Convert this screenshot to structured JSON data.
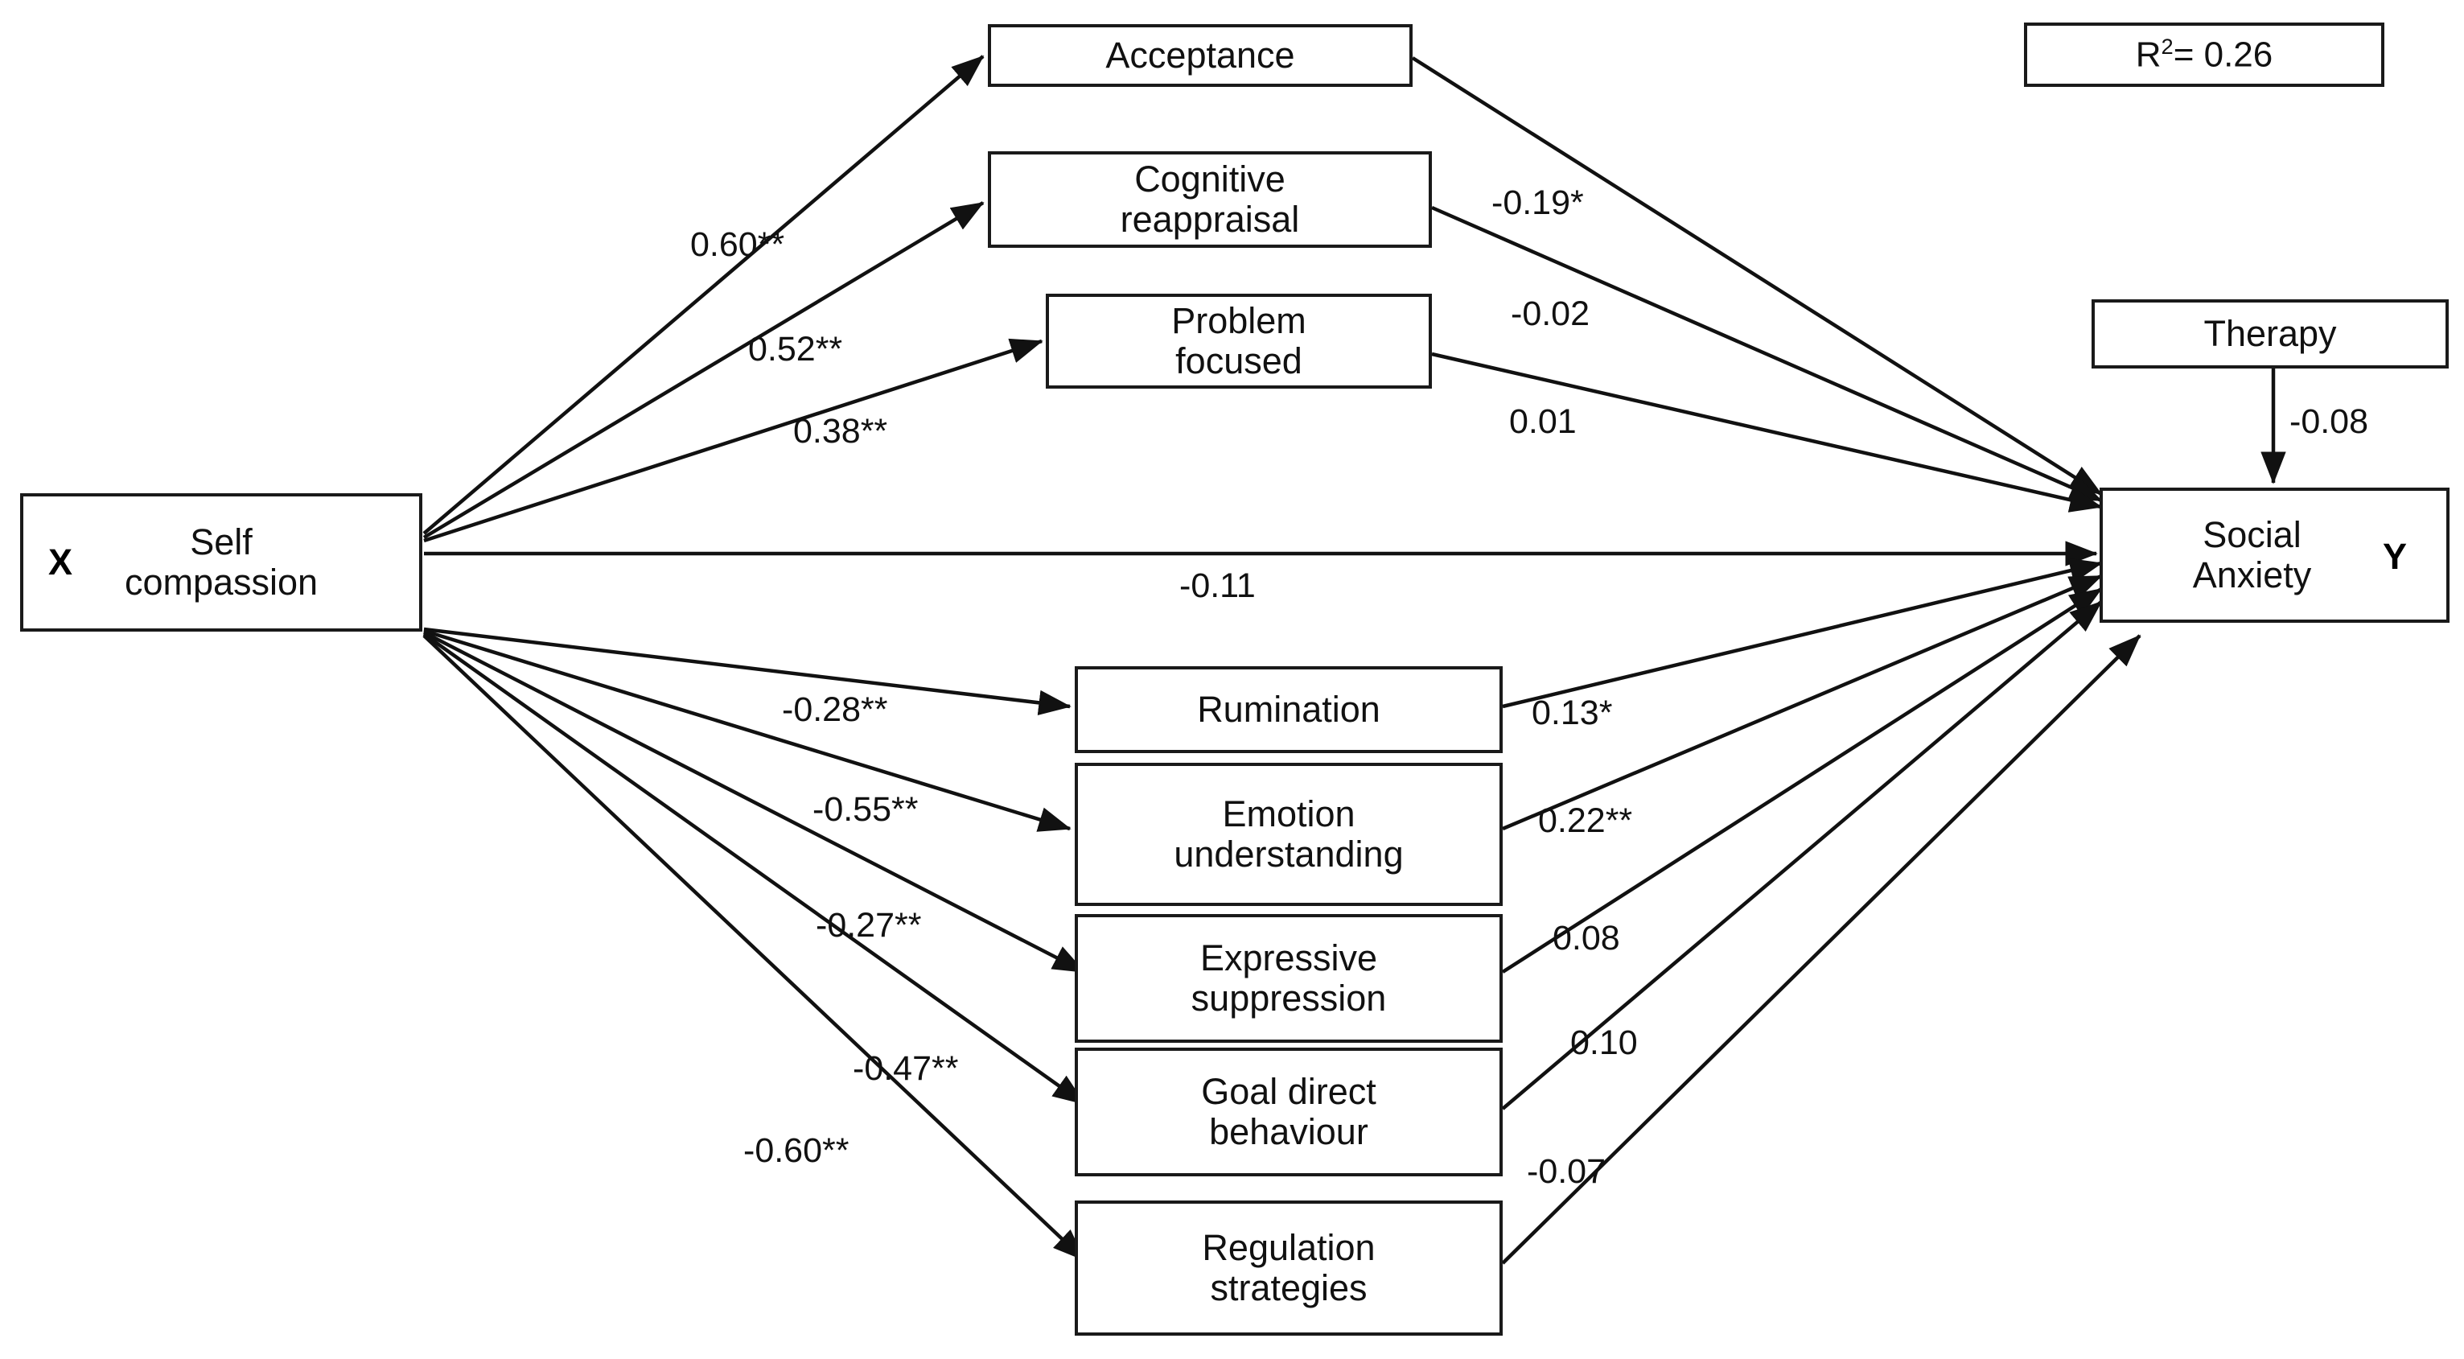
{
  "diagram": {
    "title": "Self compassion path model predicting social anxiety",
    "type": "path-diagram",
    "line_color": "#1a1a1a",
    "box_border_color": "#1a1a1a",
    "background": "#ffffff"
  },
  "nodes": {
    "predictor": {
      "id": "self-compassion",
      "label": "Self\ncompassion",
      "marker": "X"
    },
    "outcome": {
      "id": "social-anxiety",
      "label": "Social\nAnxiety",
      "marker": "Y"
    },
    "covariate": {
      "id": "therapy",
      "label": "Therapy"
    },
    "mediators": [
      {
        "id": "acceptance",
        "label": "Acceptance"
      },
      {
        "id": "cognitive-reappraisal",
        "label": "Cognitive\nreappraisal"
      },
      {
        "id": "problem-focused",
        "label": "Problem\nfocused"
      },
      {
        "id": "rumination",
        "label": "Rumination"
      },
      {
        "id": "emotion-understanding",
        "label": "Emotion\nunderstanding"
      },
      {
        "id": "expressive-suppression",
        "label": "Expressive\nsuppression"
      },
      {
        "id": "goal-direct-behaviour",
        "label": "Goal direct\nbehaviour"
      },
      {
        "id": "regulation-strategies",
        "label": "Regulation\nstrategies"
      }
    ]
  },
  "fit": {
    "r_squared_prefix": "R",
    "r_squared_exponent": "2",
    "r_squared_value": "= 0.26",
    "r_squared_full": "R2= 0.26"
  },
  "chart_data": {
    "type": "diagram",
    "title": "Self compassion path model predicting social anxiety",
    "paths": [
      {
        "from": "self-compassion",
        "to": "acceptance",
        "coefficient": "0.60**",
        "value": 0.6,
        "significance": "**"
      },
      {
        "from": "self-compassion",
        "to": "cognitive-reappraisal",
        "coefficient": "0.52**",
        "value": 0.52,
        "significance": "**"
      },
      {
        "from": "self-compassion",
        "to": "problem-focused",
        "coefficient": "0.38**",
        "value": 0.38,
        "significance": "**"
      },
      {
        "from": "self-compassion",
        "to": "rumination",
        "coefficient": "-0.28**",
        "value": -0.28,
        "significance": "**"
      },
      {
        "from": "self-compassion",
        "to": "emotion-understanding",
        "coefficient": "-0.55**",
        "value": -0.55,
        "significance": "**"
      },
      {
        "from": "self-compassion",
        "to": "expressive-suppression",
        "coefficient": "-0.27**",
        "value": -0.27,
        "significance": "**"
      },
      {
        "from": "self-compassion",
        "to": "goal-direct-behaviour",
        "coefficient": "-0.47**",
        "value": -0.47,
        "significance": "**"
      },
      {
        "from": "self-compassion",
        "to": "regulation-strategies",
        "coefficient": "-0.60**",
        "value": -0.6,
        "significance": "**"
      },
      {
        "from": "self-compassion",
        "to": "social-anxiety",
        "coefficient": "-0.11",
        "value": -0.11,
        "significance": ""
      },
      {
        "from": "acceptance",
        "to": "social-anxiety",
        "coefficient": "-0.19*",
        "value": -0.19,
        "significance": "*"
      },
      {
        "from": "cognitive-reappraisal",
        "to": "social-anxiety",
        "coefficient": "-0.02",
        "value": -0.02,
        "significance": ""
      },
      {
        "from": "problem-focused",
        "to": "social-anxiety",
        "coefficient": "0.01",
        "value": 0.01,
        "significance": ""
      },
      {
        "from": "rumination",
        "to": "social-anxiety",
        "coefficient": "0.13*",
        "value": 0.13,
        "significance": "*"
      },
      {
        "from": "emotion-understanding",
        "to": "social-anxiety",
        "coefficient": "0.22**",
        "value": 0.22,
        "significance": "**"
      },
      {
        "from": "expressive-suppression",
        "to": "social-anxiety",
        "coefficient": "0.08",
        "value": 0.08,
        "significance": ""
      },
      {
        "from": "goal-direct-behaviour",
        "to": "social-anxiety",
        "coefficient": "0.10",
        "value": 0.1,
        "significance": ""
      },
      {
        "from": "regulation-strategies",
        "to": "social-anxiety",
        "coefficient": "-0.07",
        "value": -0.07,
        "significance": ""
      },
      {
        "from": "therapy",
        "to": "social-anxiety",
        "coefficient": "-0.08",
        "value": -0.08,
        "significance": ""
      }
    ],
    "r_squared": 0.26,
    "annotations": [
      "R2= 0.26"
    ]
  },
  "coefficients": {
    "to_acceptance": "0.60**",
    "to_cognitive_reappraisal": "0.52**",
    "to_problem_focused": "0.38**",
    "to_rumination": "-0.28**",
    "to_emotion_understanding": "-0.55**",
    "to_expressive_suppression": "-0.27**",
    "to_goal_direct_behaviour": "-0.47**",
    "to_regulation_strategies": "-0.60**",
    "direct_effect": "-0.11",
    "acceptance_to_outcome": "-0.19*",
    "cognitive_reappraisal_to_outcome": "-0.02",
    "problem_focused_to_outcome": "0.01",
    "rumination_to_outcome": "0.13*",
    "emotion_understanding_to_outcome": "0.22**",
    "expressive_suppression_to_outcome": "0.08",
    "goal_direct_behaviour_to_outcome": "0.10",
    "regulation_strategies_to_outcome": "-0.07",
    "therapy_to_outcome": "-0.08"
  }
}
